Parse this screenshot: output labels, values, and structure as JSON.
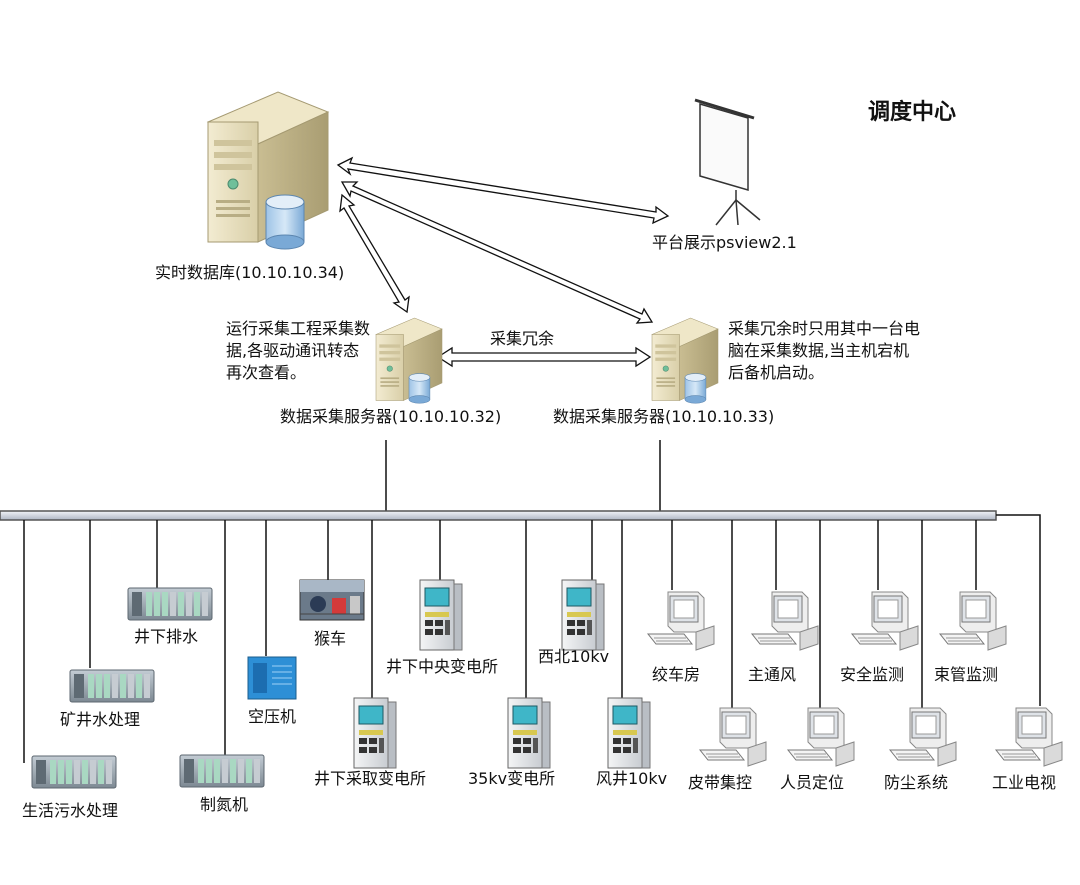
{
  "title": "调度中心",
  "top": {
    "realtime_db": "实时数据库(10.10.10.34)",
    "platform": "平台展示psview2.1",
    "redundancy": "采集冗余",
    "server_a": "数据采集服务器(10.10.10.32)",
    "server_b": "数据采集服务器(10.10.10.33)",
    "note_left": "运行采集工程采集数据,各驱动通讯转态再次查看。",
    "note_right": "采集冗余时只用其中一台电脑在采集数据,当主机宕机后备机启动。"
  },
  "nodes": {
    "shenghuo": "生活污水处理",
    "kuangjing": "矿井水处理",
    "jingxia_paishui": "井下排水",
    "zhidan": "制氮机",
    "kongya": "空压机",
    "houche": "猴车",
    "caiqu": "井下采取变电所",
    "zhongyang": "井下中央变电所",
    "kv35": "35kv变电所",
    "xibei": "西北10kv",
    "fengjing": "风井10kv",
    "jiaochefang": "绞车房",
    "pidai": "皮带集控",
    "zhutongfeng": "主通风",
    "renyuan": "人员定位",
    "anquan": "安全监测",
    "fangchen": "防尘系统",
    "shuguan": "束管监测",
    "gongye": "工业电视"
  }
}
